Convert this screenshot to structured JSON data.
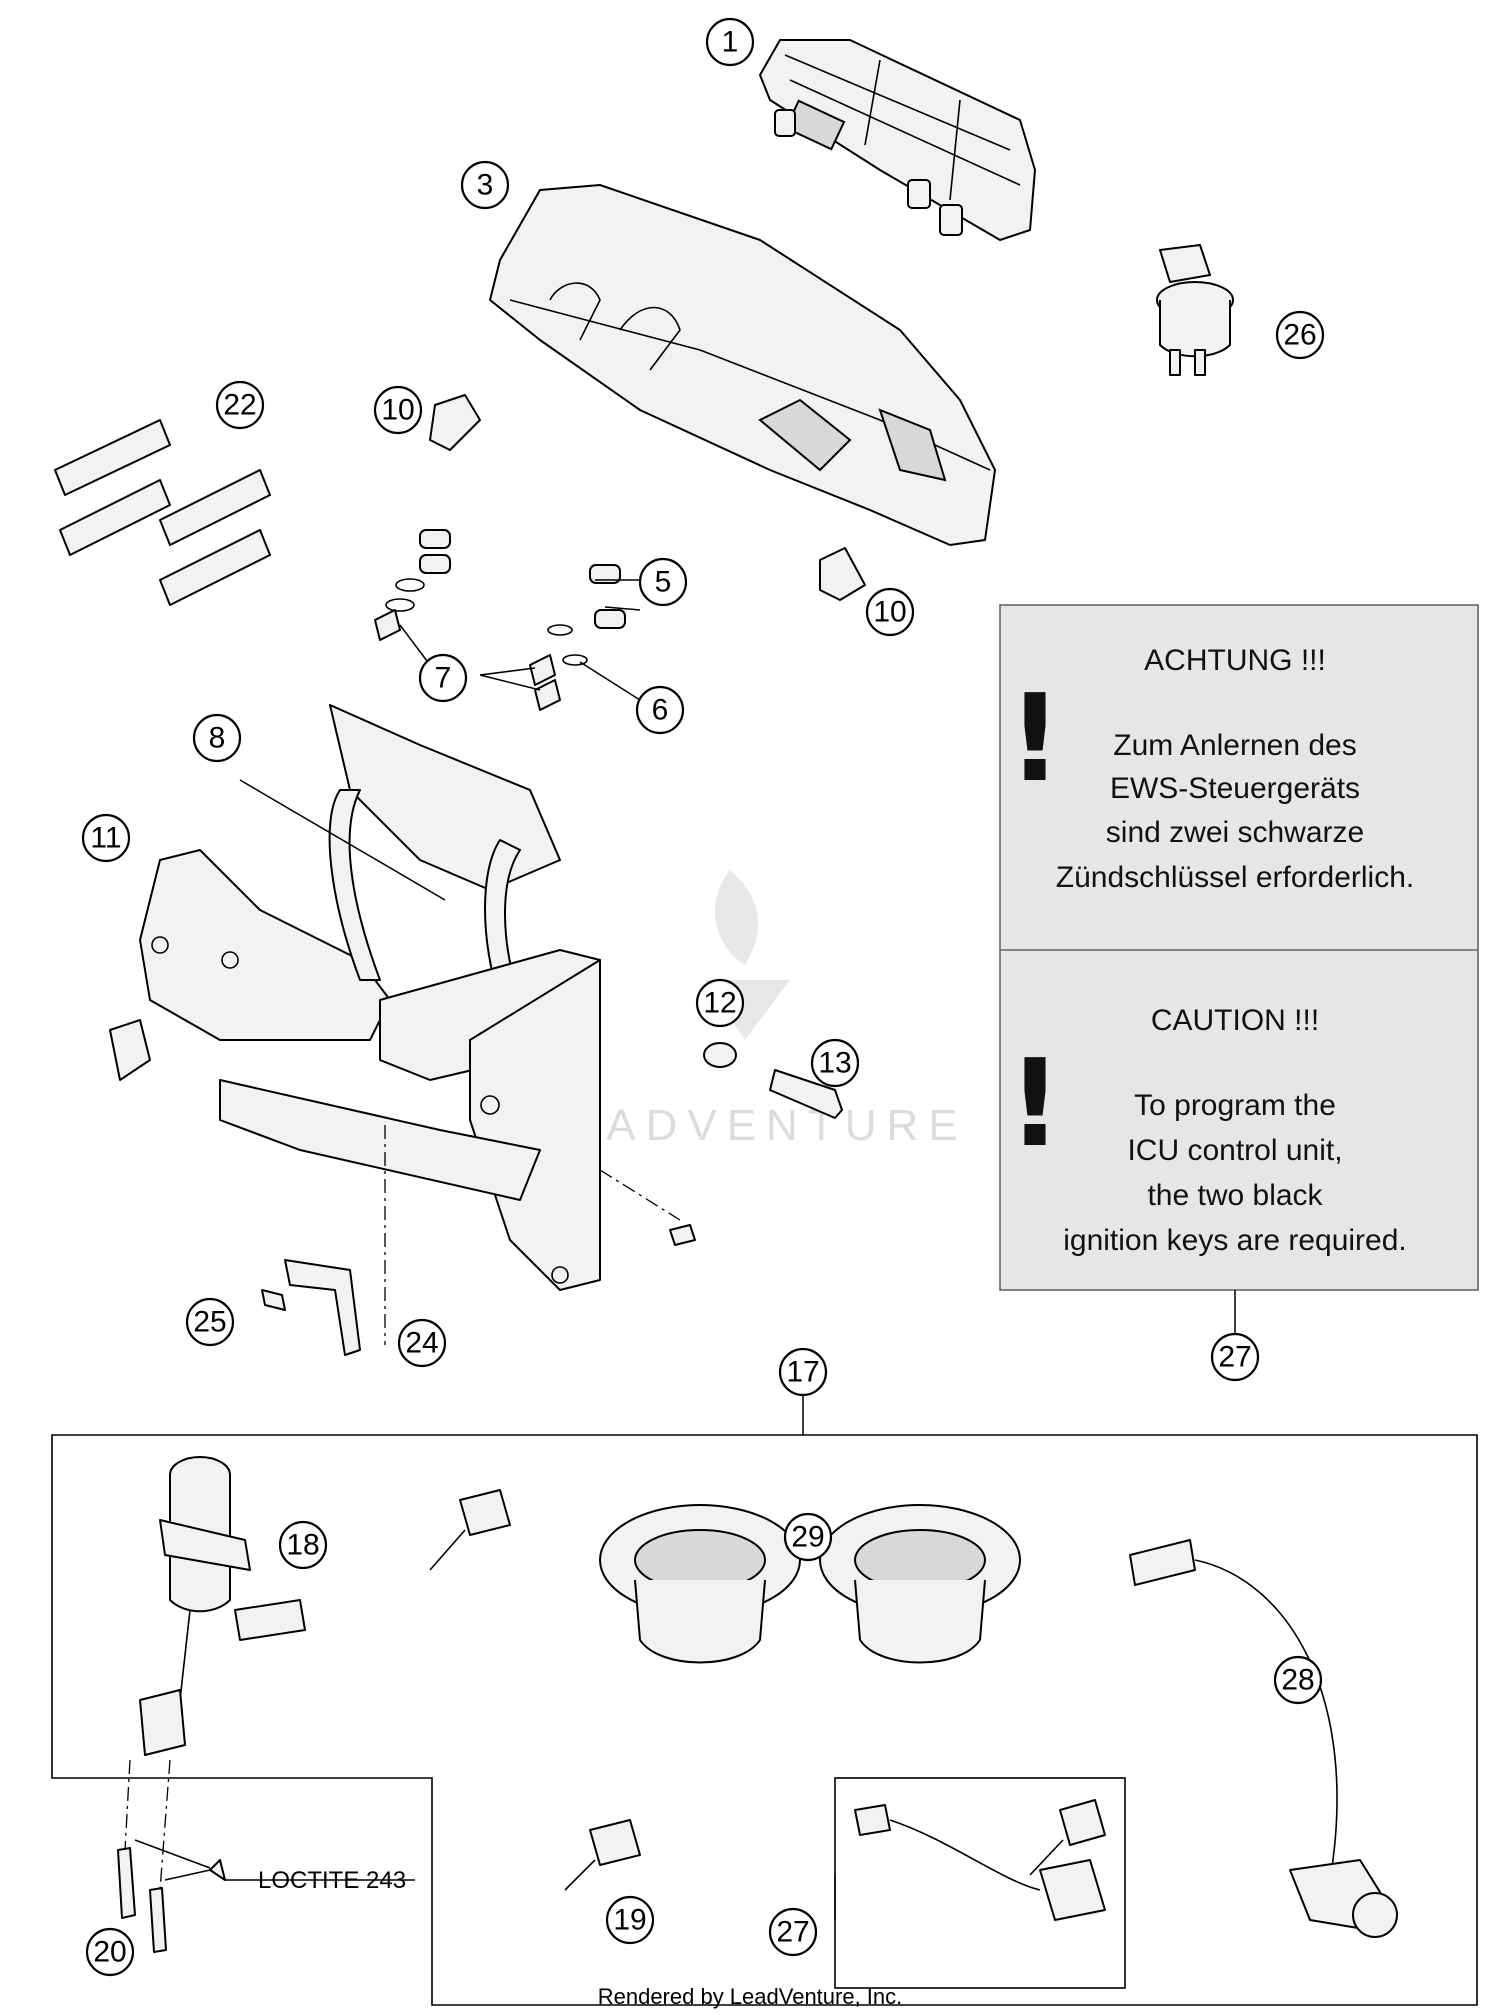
{
  "callouts": {
    "c1": "1",
    "c3": "3",
    "c5": "5",
    "c6": "6",
    "c7": "7",
    "c8": "8",
    "c10a": "10",
    "c10b": "10",
    "c11": "11",
    "c12": "12",
    "c13": "13",
    "c17": "17",
    "c18": "18",
    "c19": "19",
    "c20": "20",
    "c22": "22",
    "c24": "24",
    "c25": "25",
    "c26": "26",
    "c27a": "27",
    "c27b": "27",
    "c28": "28",
    "c29": "29"
  },
  "warning_de": {
    "title": "ACHTUNG !!!",
    "lines": [
      "Zum Anlernen des",
      "EWS-Steuergeräts",
      "sind zwei schwarze",
      "Zündschlüssel erforderlich."
    ]
  },
  "warning_en": {
    "title": "CAUTION !!!",
    "lines": [
      "To program the",
      "ICU control unit,",
      "the two black",
      "ignition keys are required."
    ]
  },
  "loctite_label": "LOCTITE 243",
  "credit": "Rendered by LeadVenture, Inc.",
  "watermark": "LEADVENTURE",
  "colors": {
    "warning_bg": "#e6e6e6",
    "line": "#000000"
  },
  "icons": {
    "warning": "exclamation-mark-icon",
    "watermark": "flame-logo-icon"
  }
}
